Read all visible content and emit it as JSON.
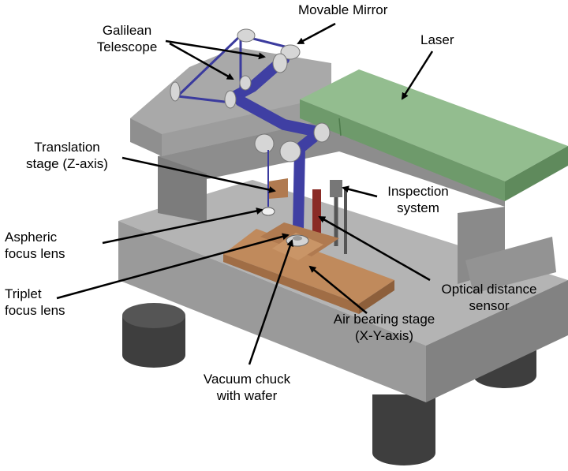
{
  "labels": {
    "galilean_telescope": [
      "Galilean",
      "Telescope"
    ],
    "movable_mirror": [
      "Movable Mirror"
    ],
    "laser": [
      "Laser"
    ],
    "translation_stage": [
      "Translation",
      "stage (Z-axis)"
    ],
    "inspection_system": [
      "Inspection",
      "system"
    ],
    "aspheric_focus_lens": [
      "Aspheric",
      "focus lens"
    ],
    "triplet_focus_lens": [
      "Triplet",
      "focus lens"
    ],
    "optical_distance_sensor": [
      "Optical distance",
      "sensor"
    ],
    "air_bearing_stage": [
      "Air bearing stage",
      "(X-Y-axis)"
    ],
    "vacuum_chuck": [
      "Vacuum chuck",
      "with wafer"
    ]
  },
  "colors": {
    "machine_body": "#9a9a9a",
    "laser_housing": "#76a374",
    "beam_path": "#3b3b9e",
    "stage": "#b07a50",
    "sensor_rod": "#8a2b26"
  }
}
